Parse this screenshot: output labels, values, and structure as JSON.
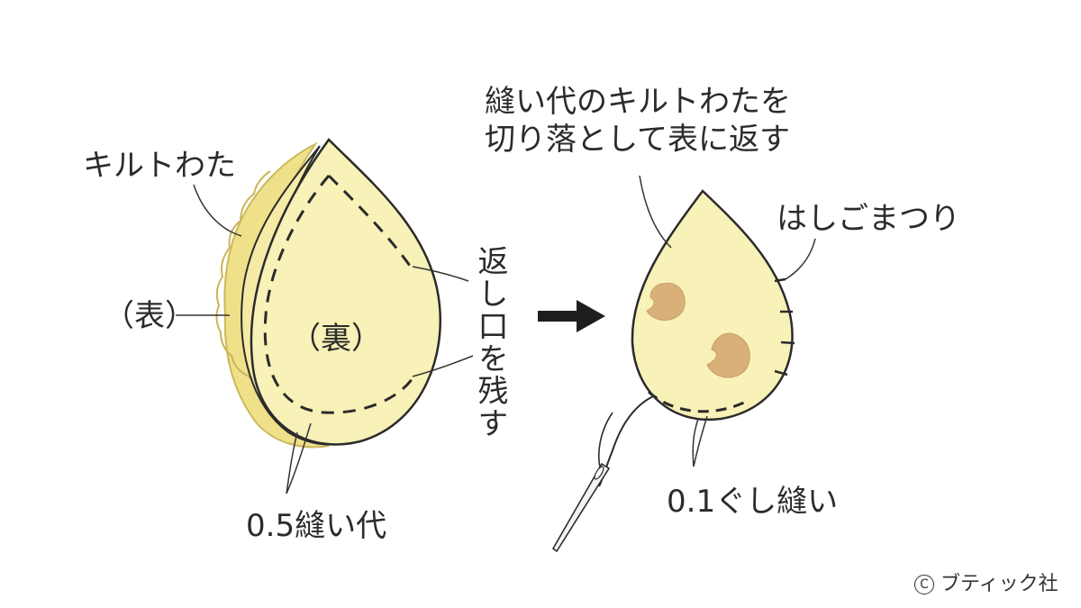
{
  "left_figure": {
    "label_batting": "キルトわた",
    "label_front": "（表）",
    "label_back": "（裏）",
    "label_opening": "返し口を残す",
    "label_seam": "0.5縫い代"
  },
  "right_figure": {
    "label_instruction_line1": "縫い代のキルトわたを",
    "label_instruction_line2": "切り落として表に返す",
    "label_ladder": "はしごまつり",
    "label_running": "0.1ぐし縫い"
  },
  "credit": "ブティック社",
  "credit_symbol": "C",
  "colors": {
    "fabric_fill": "#f8f1b8",
    "fabric_edge": "#e9d97a",
    "outline": "#2b2b2b",
    "spot": "#d9b07a",
    "background": "#ffffff"
  }
}
